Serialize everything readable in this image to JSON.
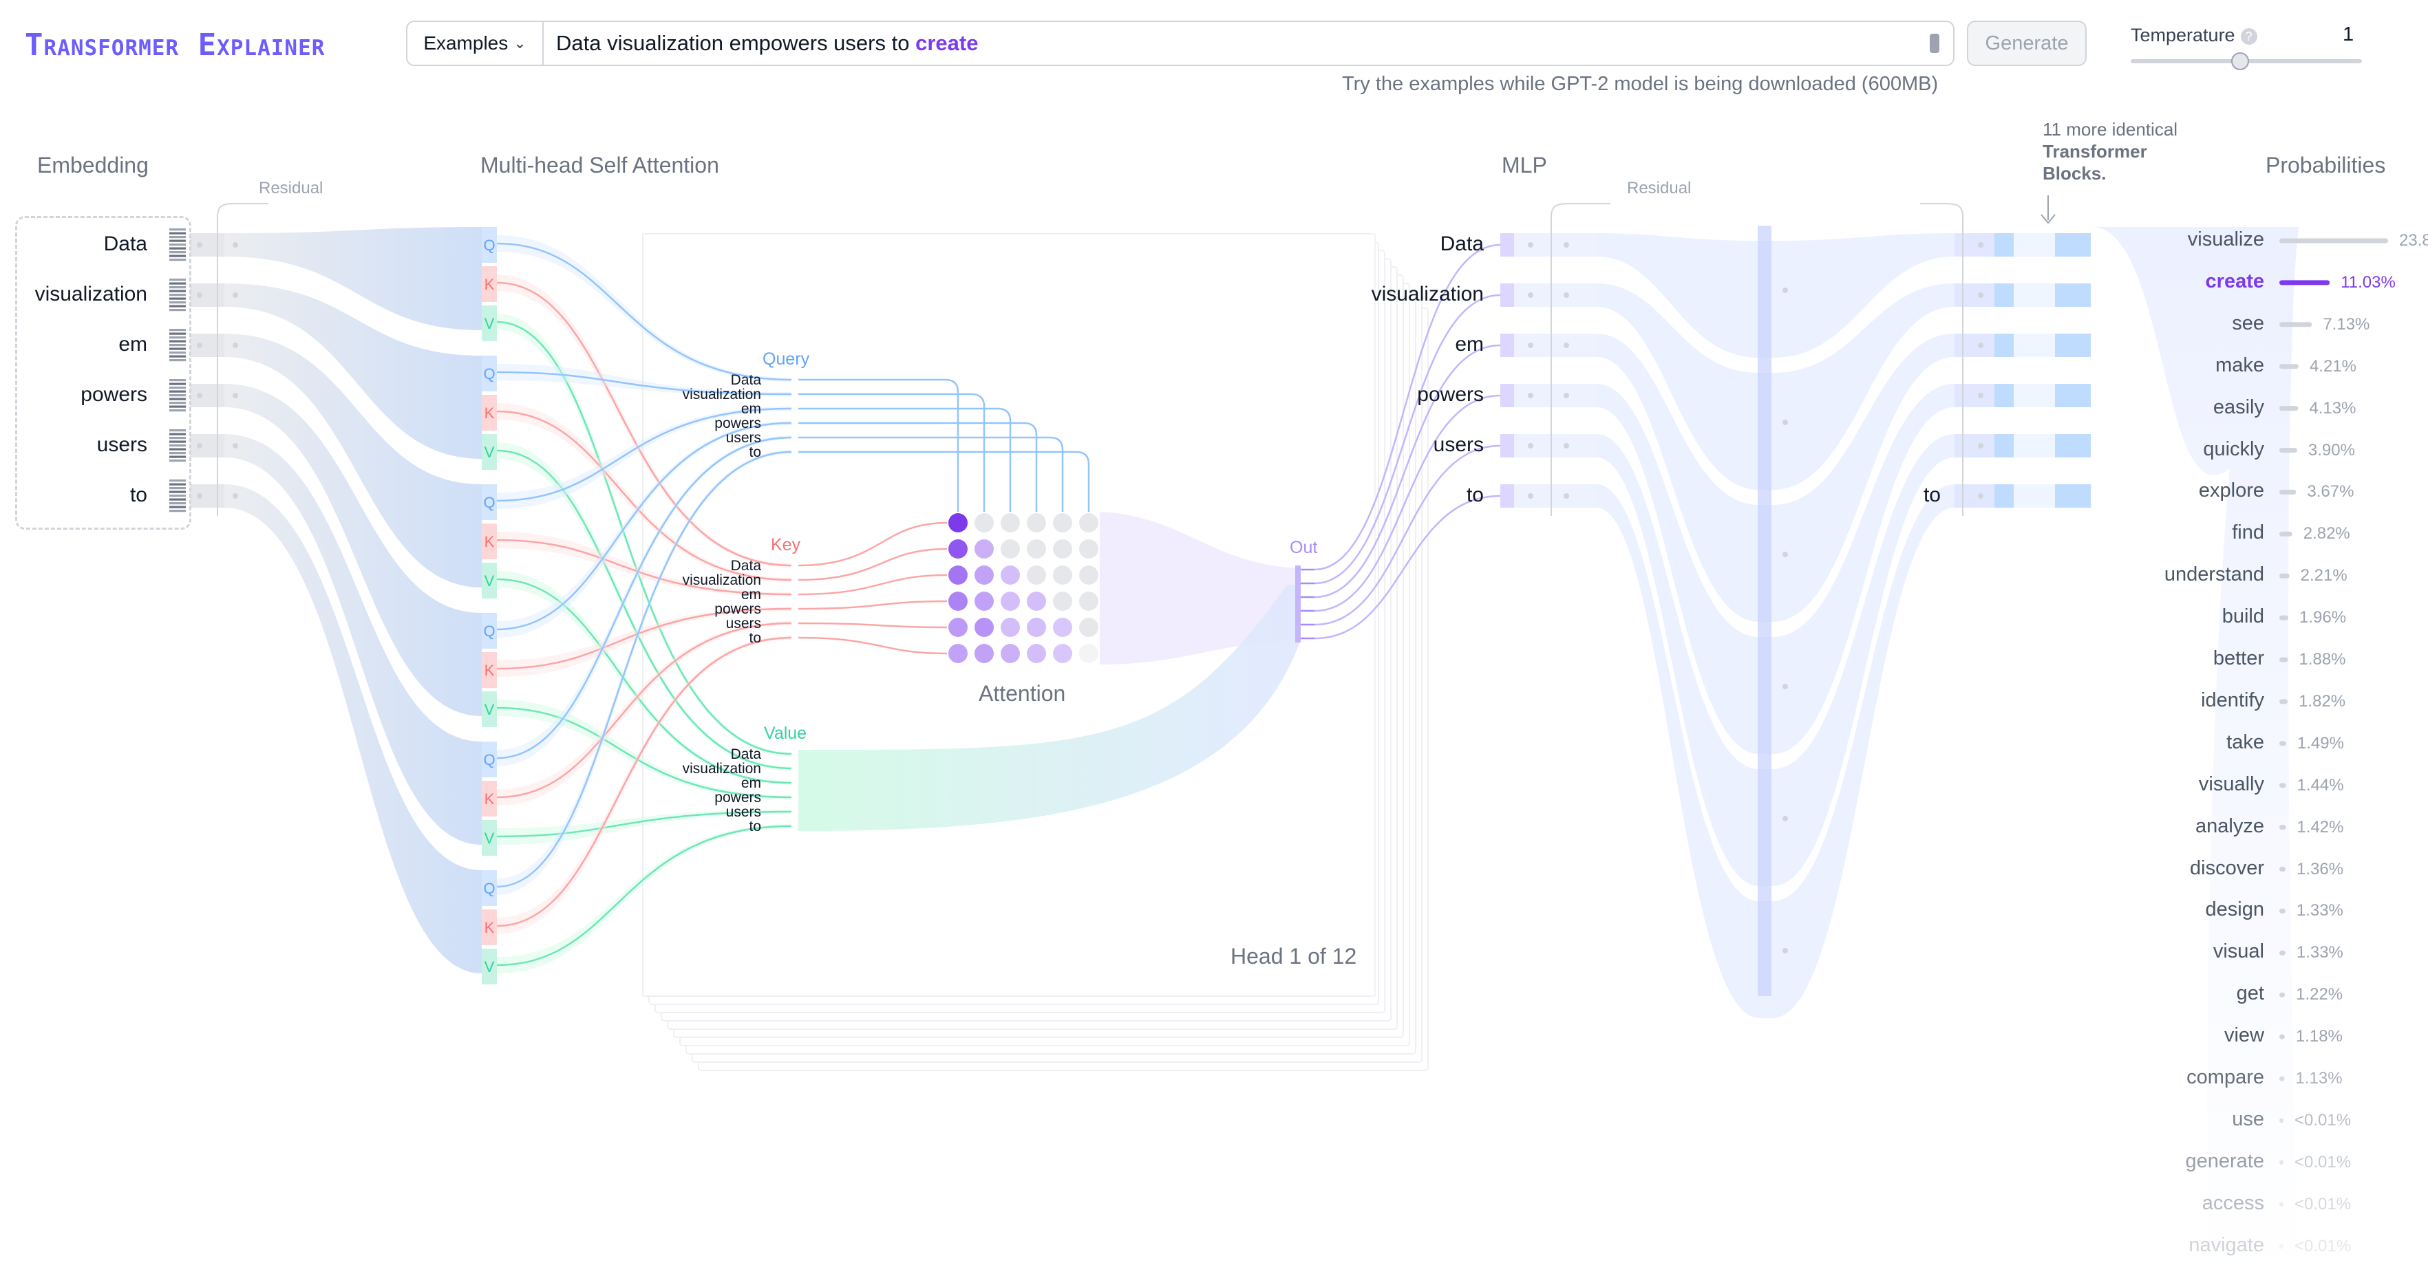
{
  "header": {
    "logo": "Transformer Explainer",
    "examples_label": "Examples",
    "prompt_text": "Data visualization empowers users to",
    "prompt_highlight": "create",
    "generate_label": "Generate",
    "temperature_label": "Temperature",
    "temperature_value": "1",
    "temperature_info": "?",
    "hint": "Try the examples while GPT-2 model is being downloaded (600MB)"
  },
  "sections": {
    "embedding": "Embedding",
    "attention": "Multi-head Self Attention",
    "mlp": "MLP",
    "probabilities": "Probabilities",
    "residual": "Residual",
    "more_blocks_line1": "11 more identical",
    "more_blocks_line2": "Transformer",
    "more_blocks_line3": "Blocks."
  },
  "tokens": [
    "Data",
    "visualization",
    "em",
    "powers",
    "users",
    "to"
  ],
  "last_token": "to",
  "attention": {
    "query": "Query",
    "key": "Key",
    "value": "Value",
    "out": "Out",
    "matrix_label": "Attention",
    "head_label": "Head 1 of 12",
    "q_letter": "Q",
    "k_letter": "K",
    "v_letter": "V",
    "matrix": [
      [
        1.0,
        0.0,
        0.0,
        0.0,
        0.0,
        0.0
      ],
      [
        0.8,
        0.2,
        0.0,
        0.0,
        0.0,
        0.0
      ],
      [
        0.6,
        0.3,
        0.1,
        0.0,
        0.0,
        0.0
      ],
      [
        0.5,
        0.3,
        0.1,
        0.1,
        0.0,
        0.0
      ],
      [
        0.35,
        0.4,
        0.1,
        0.1,
        0.05,
        0.0
      ],
      [
        0.3,
        0.3,
        0.2,
        0.1,
        0.05,
        0.05
      ]
    ]
  },
  "probabilities": [
    {
      "word": "visualize",
      "pct": "23.8",
      "p": 23.8
    },
    {
      "word": "create",
      "pct": "11.03%",
      "p": 11.03
    },
    {
      "word": "see",
      "pct": "7.13%",
      "p": 7.13
    },
    {
      "word": "make",
      "pct": "4.21%",
      "p": 4.21
    },
    {
      "word": "easily",
      "pct": "4.13%",
      "p": 4.13
    },
    {
      "word": "quickly",
      "pct": "3.90%",
      "p": 3.9
    },
    {
      "word": "explore",
      "pct": "3.67%",
      "p": 3.67
    },
    {
      "word": "find",
      "pct": "2.82%",
      "p": 2.82
    },
    {
      "word": "understand",
      "pct": "2.21%",
      "p": 2.21
    },
    {
      "word": "build",
      "pct": "1.96%",
      "p": 1.96
    },
    {
      "word": "better",
      "pct": "1.88%",
      "p": 1.88
    },
    {
      "word": "identify",
      "pct": "1.82%",
      "p": 1.82
    },
    {
      "word": "take",
      "pct": "1.49%",
      "p": 1.49
    },
    {
      "word": "visually",
      "pct": "1.44%",
      "p": 1.44
    },
    {
      "word": "analyze",
      "pct": "1.42%",
      "p": 1.42
    },
    {
      "word": "discover",
      "pct": "1.36%",
      "p": 1.36
    },
    {
      "word": "design",
      "pct": "1.33%",
      "p": 1.33
    },
    {
      "word": "visual",
      "pct": "1.33%",
      "p": 1.33
    },
    {
      "word": "get",
      "pct": "1.22%",
      "p": 1.22
    },
    {
      "word": "view",
      "pct": "1.18%",
      "p": 1.18
    },
    {
      "word": "compare",
      "pct": "1.13%",
      "p": 1.13
    },
    {
      "word": "use",
      "pct": "<0.01%",
      "p": 0.01
    },
    {
      "word": "generate",
      "pct": "<0.01%",
      "p": 0.01
    },
    {
      "word": "access",
      "pct": "<0.01%",
      "p": 0.01
    },
    {
      "word": "navigate",
      "pct": "<0.01%",
      "p": 0.01
    }
  ],
  "selected_word": "create",
  "colors": {
    "brand": "#6d5dfc",
    "accent": "#7c3aed",
    "query": "#60a5fa",
    "key": "#f87171",
    "value": "#34d399",
    "embedding": "#dbe6f7",
    "mlp": "#e0e7ff"
  }
}
